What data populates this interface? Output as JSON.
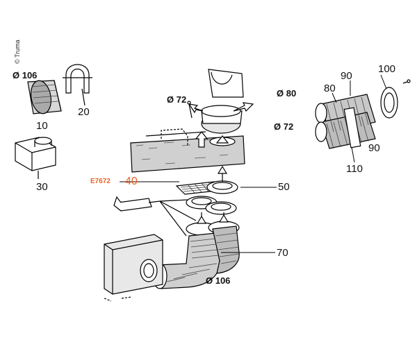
{
  "copyright": "© Truma",
  "colors": {
    "line": "#000000",
    "accent": "#e8642a",
    "background": "#ffffff"
  },
  "part_labels": {
    "p10": "10",
    "p20": "20",
    "p30": "30",
    "p40": "40",
    "p50": "50",
    "p70": "70",
    "p80": "80",
    "p90a": "90",
    "p90b": "90",
    "p100": "100",
    "p110": "110"
  },
  "part_code": "E7672",
  "diameters": {
    "d106_top": "Ø 106",
    "d72_vent": "Ø 72",
    "d80": "Ø 80",
    "d72_right": "Ø 72",
    "d106_bottom": "Ø 106"
  }
}
